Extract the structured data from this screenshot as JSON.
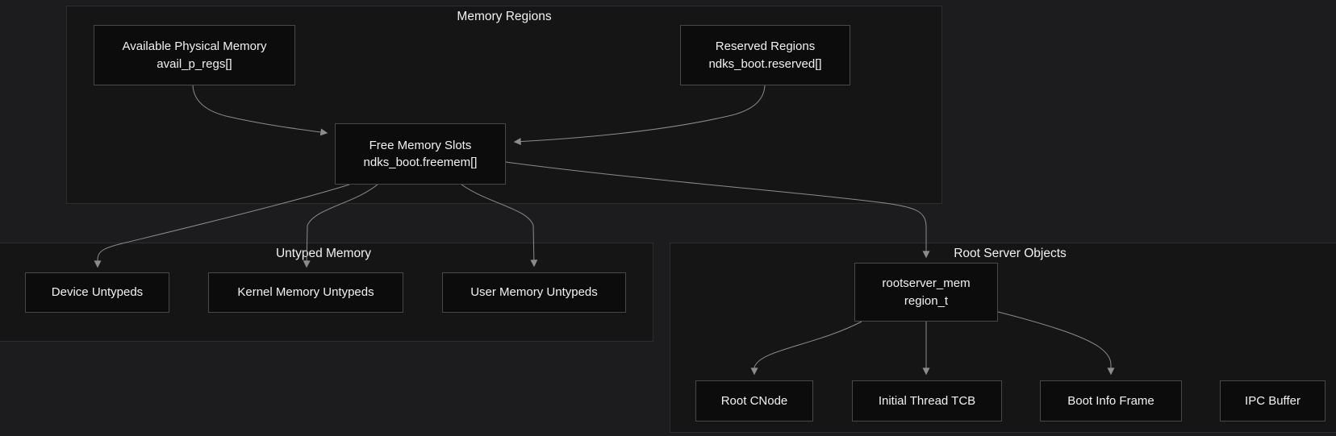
{
  "colors": {
    "page_bg": "#1c1c1e",
    "cluster_bg": "#151516",
    "cluster_border": "#2d2d2f",
    "node_bg": "#0c0c0d",
    "node_border": "#48484a",
    "edge": "#8c8c8c",
    "text": "#f2f2f2"
  },
  "clusters": {
    "memory_regions": {
      "title": "Memory Regions"
    },
    "untyped_memory": {
      "title": "Untyped Memory"
    },
    "root_server_objects": {
      "title": "Root Server Objects"
    }
  },
  "nodes": {
    "avail": {
      "line1": "Available Physical Memory",
      "line2": "avail_p_regs[]"
    },
    "reserved": {
      "line1": "Reserved Regions",
      "line2": "ndks_boot.reserved[]"
    },
    "freemem": {
      "line1": "Free Memory Slots",
      "line2": "ndks_boot.freemem[]"
    },
    "device_untypeds": {
      "line1": "Device Untypeds"
    },
    "kernel_untypeds": {
      "line1": "Kernel Memory Untypeds"
    },
    "user_untypeds": {
      "line1": "User Memory Untypeds"
    },
    "rootserver_mem": {
      "line1": "rootserver_mem",
      "line2": "region_t"
    },
    "root_cnode": {
      "line1": "Root CNode"
    },
    "initial_tcb": {
      "line1": "Initial Thread TCB"
    },
    "bootinfo_frame": {
      "line1": "Boot Info Frame"
    },
    "ipc_buffer": {
      "line1": "IPC Buffer"
    }
  },
  "edges": [
    {
      "from": "avail",
      "to": "freemem"
    },
    {
      "from": "reserved",
      "to": "freemem"
    },
    {
      "from": "freemem",
      "to": "device_untypeds"
    },
    {
      "from": "freemem",
      "to": "kernel_untypeds"
    },
    {
      "from": "freemem",
      "to": "user_untypeds"
    },
    {
      "from": "freemem",
      "to": "rootserver_mem"
    },
    {
      "from": "rootserver_mem",
      "to": "root_cnode"
    },
    {
      "from": "rootserver_mem",
      "to": "initial_tcb"
    },
    {
      "from": "rootserver_mem",
      "to": "bootinfo_frame"
    }
  ]
}
